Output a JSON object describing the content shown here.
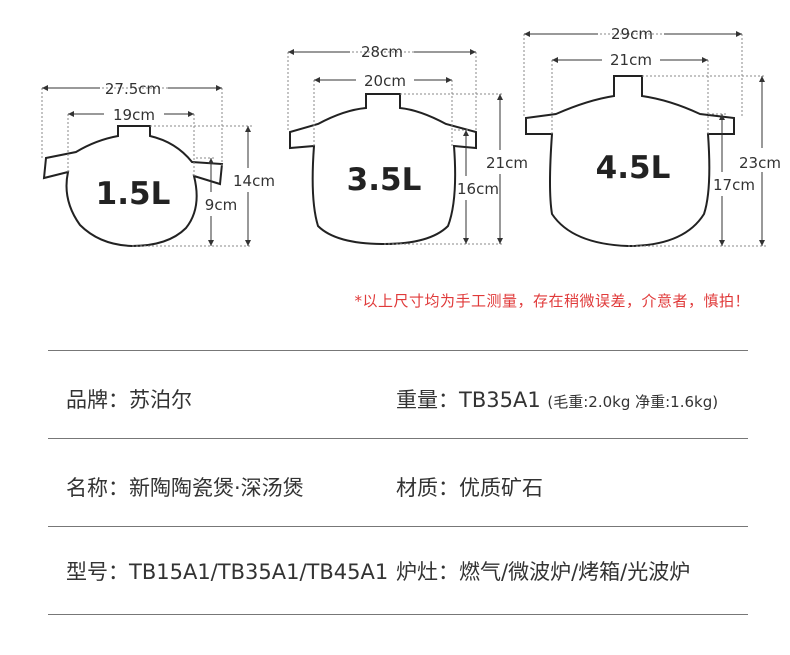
{
  "pots": [
    {
      "capacity": "1.5L",
      "outer_width": "27.5cm",
      "inner_width": "19cm",
      "total_height": "14cm",
      "body_height": "9cm"
    },
    {
      "capacity": "3.5L",
      "outer_width": "28cm",
      "inner_width": "20cm",
      "total_height": "21cm",
      "body_height": "16cm"
    },
    {
      "capacity": "4.5L",
      "outer_width": "29cm",
      "inner_width": "21cm",
      "total_height": "23cm",
      "body_height": "17cm"
    }
  ],
  "note": "*以上尺寸均为手工测量，存在稍微误差，介意者，慎拍！",
  "specs": {
    "brand_label": "品牌：",
    "brand_value": "苏泊尔",
    "weight_label": "重量：",
    "weight_value": "TB35A1",
    "weight_detail": "(毛重:2.0kg 净重:1.6kg)",
    "name_label": "名称：",
    "name_value": "新陶陶瓷煲·深汤煲",
    "material_label": "材质：",
    "material_value": "优质矿石",
    "model_label": "型号：",
    "model_value": "TB15A1/TB35A1/TB45A1",
    "stove_label": "炉灶：",
    "stove_value": "燃气/微波炉/烤箱/光波炉"
  },
  "colors": {
    "note": "#e03a3a",
    "line": "#777777",
    "text": "#333333"
  }
}
